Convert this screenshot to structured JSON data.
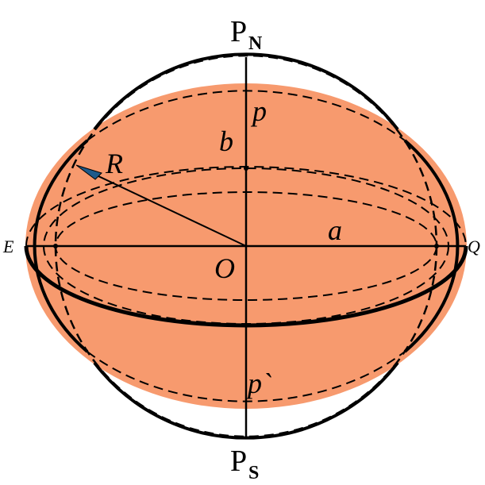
{
  "colors": {
    "ellipsoid_fill": "#F79A6E",
    "stroke": "#000000",
    "arrowhead": "#1E5A8A",
    "background": "#FFFFFF"
  },
  "labels": {
    "north_pole_main": "P",
    "north_pole_sub": "N",
    "south_pole_main": "P",
    "south_pole_sub": "S",
    "east": "E",
    "q_point": "Q",
    "origin": "O",
    "semi_major": "a",
    "semi_minor": "b",
    "radius": "R",
    "pole_top": "p",
    "pole_bottom": "p`"
  }
}
